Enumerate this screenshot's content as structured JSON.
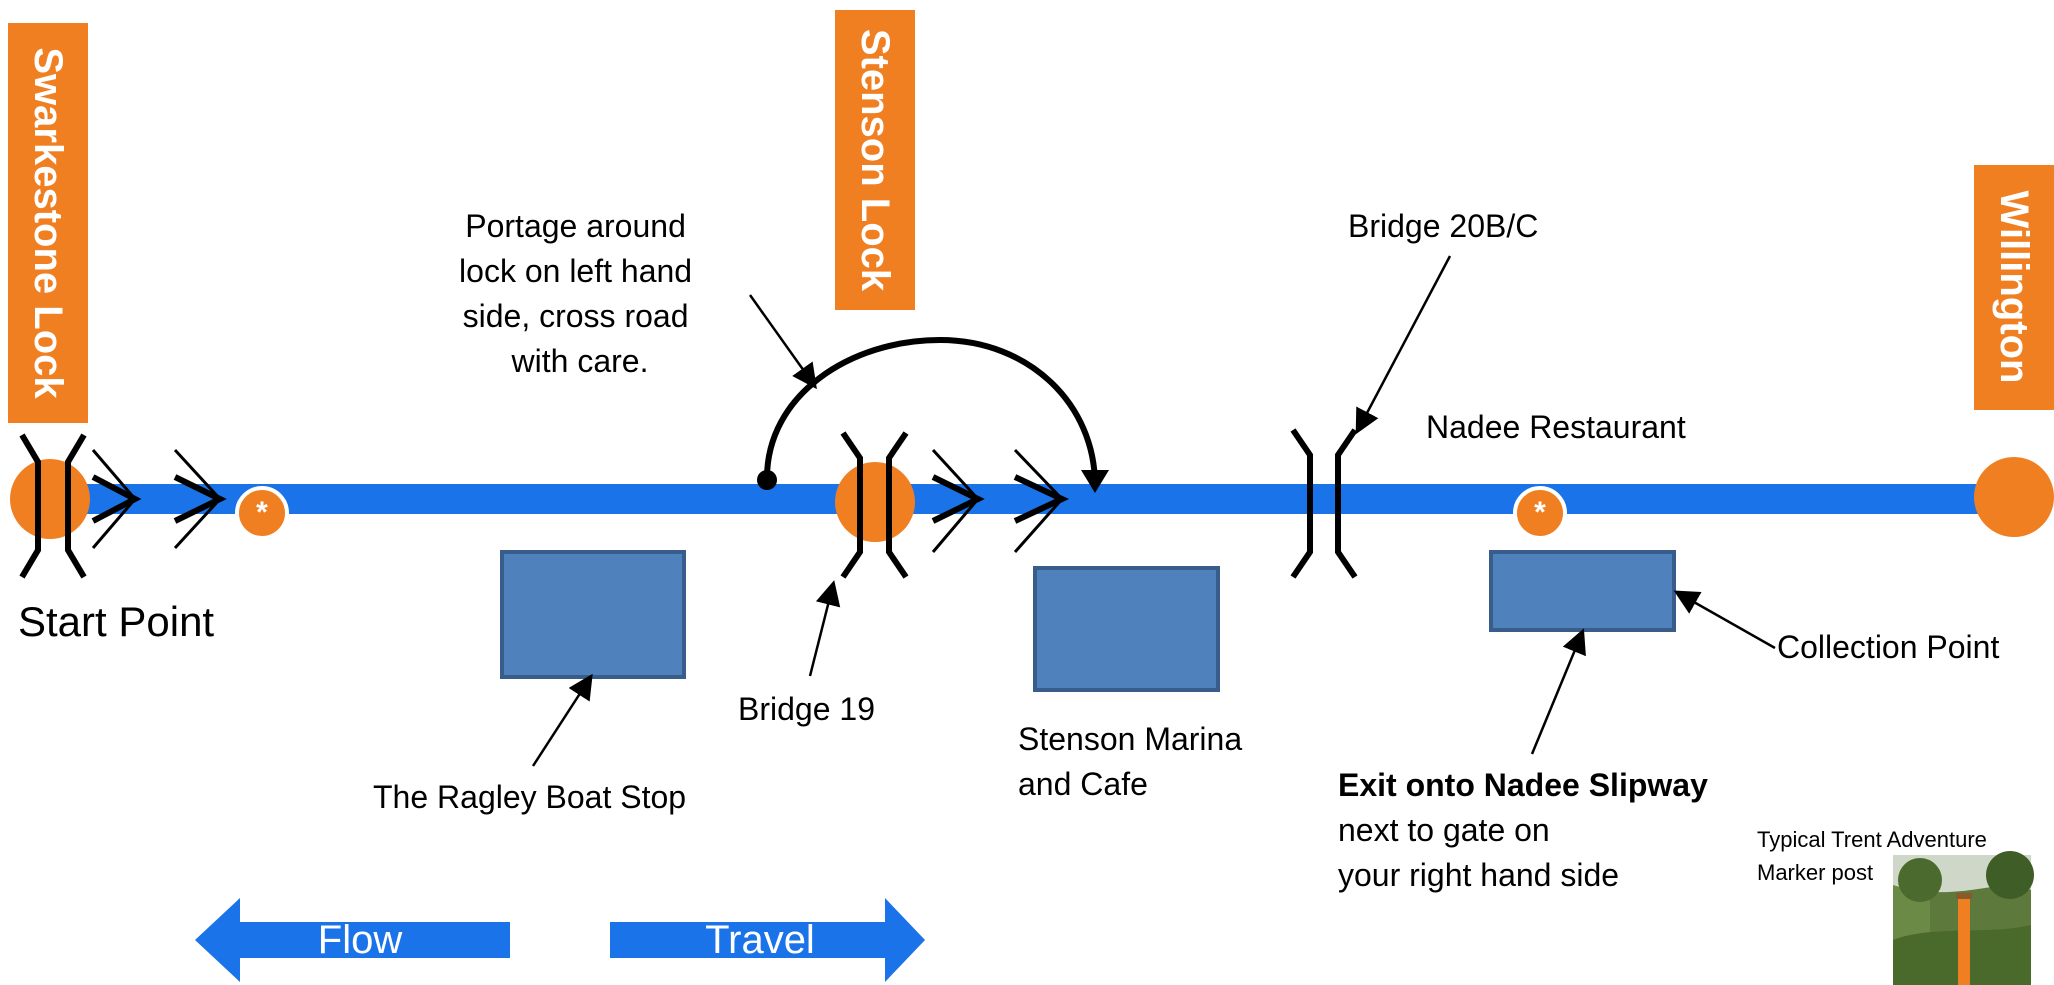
{
  "locks": {
    "swarkestone": "Swarkestone Lock",
    "stenson": "Stenson Lock",
    "willington": "Willington"
  },
  "labels": {
    "start_point": "Start Point",
    "portage": [
      "Portage around",
      "lock on left hand",
      "side, cross road",
      "with care."
    ],
    "bridge_19": "Bridge 19",
    "bridge_20": "Bridge 20B/C",
    "nadee_restaurant": "Nadee Restaurant",
    "ragley": "The Ragley Boat Stop",
    "stenson_marina": [
      "Stenson Marina",
      "and Cafe"
    ],
    "collection_point": "Collection Point",
    "exit_bold": "Exit onto Nadee Slipway",
    "exit_rest": [
      "next to gate on",
      "your right hand side"
    ],
    "marker_post": [
      "Typical  Trent Adventure",
      "Marker post"
    ],
    "flow": "Flow",
    "travel": "Travel",
    "marker_star": "*"
  },
  "colors": {
    "river": "#1a73e8",
    "lock_orange": "#f07f22",
    "box_blue": "#4f81bd",
    "box_border": "#385d8a",
    "text": "#000000"
  }
}
